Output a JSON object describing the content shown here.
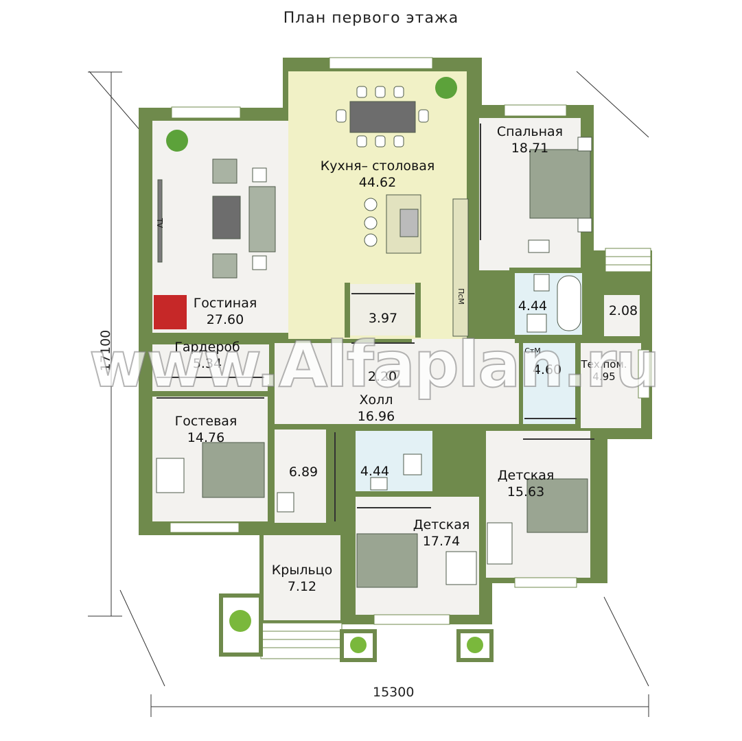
{
  "title": "План первого этажа",
  "dimensions": {
    "width": "15300",
    "height": "17100"
  },
  "rooms": [
    {
      "name": "Гостиная",
      "area": "27.60"
    },
    {
      "name": "Кухня– столовая",
      "area": "44.62"
    },
    {
      "name": "Спальная",
      "area": "18.71"
    },
    {
      "name": "",
      "area": "4.44"
    },
    {
      "name": "",
      "area": "2.08"
    },
    {
      "name": "",
      "area": "3.97"
    },
    {
      "name": "Гардероб",
      "area": "5.34"
    },
    {
      "name": "",
      "area": "2.20"
    },
    {
      "name": "Холл",
      "area": "16.96"
    },
    {
      "name": "",
      "area": "4.60"
    },
    {
      "name": "Тех.пом.",
      "area": "4.95"
    },
    {
      "name": "Гостевая",
      "area": "14.76"
    },
    {
      "name": "",
      "area": "6.89"
    },
    {
      "name": "",
      "area": "4.44"
    },
    {
      "name": "Детская",
      "area": "15.63"
    },
    {
      "name": "Детская",
      "area": "17.74"
    },
    {
      "name": "Крыльцо",
      "area": "7.12"
    }
  ],
  "small_labels": {
    "tv": "TV",
    "pm": "ПсМ",
    "sm": "СтМ"
  },
  "watermark": "www.Alfaplan.ru",
  "colors": {
    "wall": "#6f8a4c",
    "kitchen": "#f1f1c6",
    "room": "#f3f2ef",
    "bath": "#e3f1f5",
    "furniture": "#8c9a86"
  }
}
